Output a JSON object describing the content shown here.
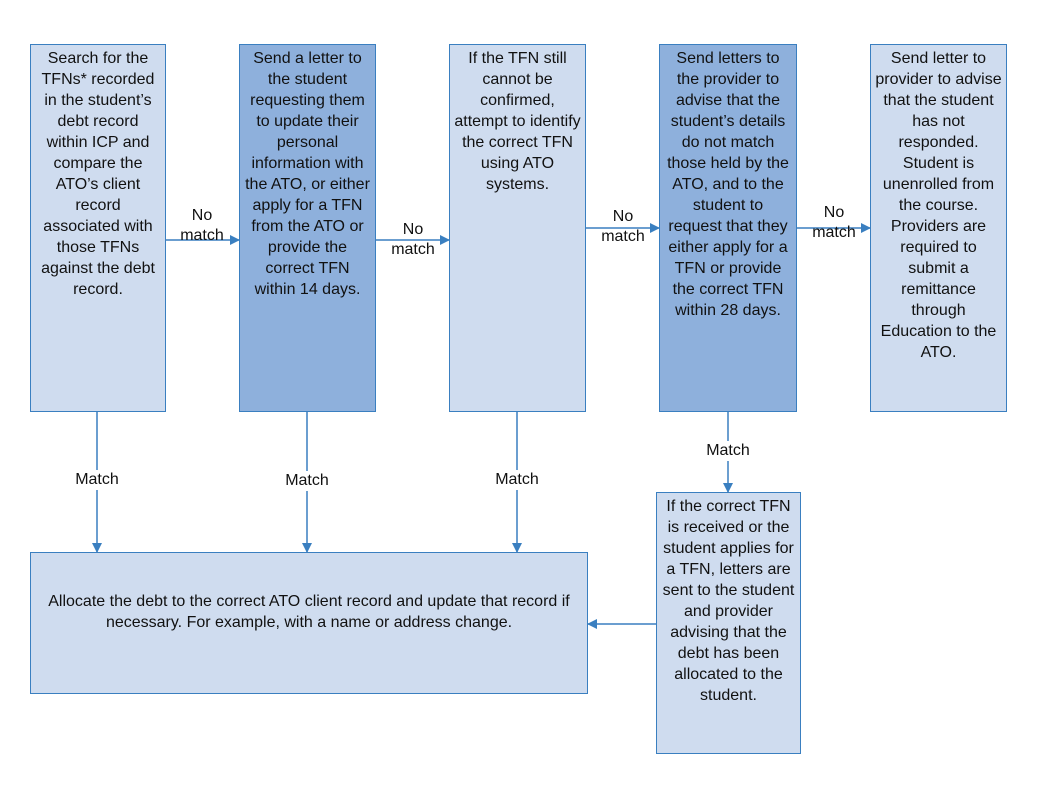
{
  "steps": {
    "search": "Search for the TFNs* recorded in the student’s debt record within ICP and compare the ATO’s client record associated with those TFNs against the debt record.",
    "letter_student": "Send a letter to the student requesting them to update their personal information with the ATO, or either apply for a TFN from the ATO or provide the correct TFN within 14 days.",
    "identify": "If the TFN still cannot be confirmed, attempt to identify the correct TFN using ATO systems.",
    "letter_provider": "Send letters to the provider to advise that the student’s details do not match those held by the ATO, and to the student to request that they either apply for a TFN or provide the correct TFN within 28 days.",
    "unenrolled": "Send letter to provider to advise that the student has not responded. Student is unenrolled from the course. Providers are required to submit a remittance through Education to the ATO.",
    "allocate": "Allocate the debt to the correct ATO client record and update that record if necessary. For example, with a name or address change.",
    "received": "If the correct TFN is received or the student applies for a TFN, letters are sent to the student and provider advising that the debt has been allocated to the student."
  },
  "labels": {
    "no_match_1": "No\nmatch",
    "no_match_2": "No\nmatch",
    "no_match_3": "No\nmatch",
    "no_match_4": "No\nmatch",
    "match_1": "Match",
    "match_2": "Match",
    "match_3": "Match",
    "match_4": "Match"
  },
  "colors": {
    "border": "#3a7fc0",
    "light_fill": "#cfdcef",
    "dark_fill": "#8eb0dc",
    "arrow": "#3a7fc0"
  }
}
